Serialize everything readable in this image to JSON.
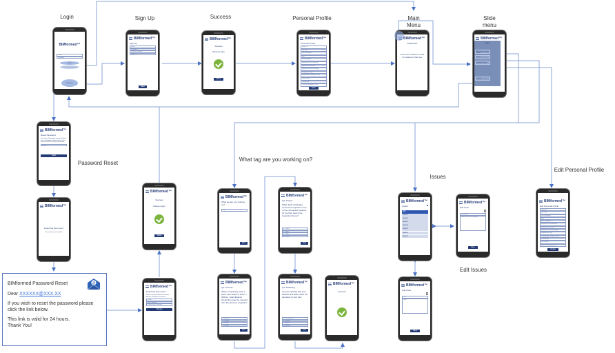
{
  "brand": "BIMformed™",
  "labels": {
    "login": "Login",
    "signup": "Sign Up",
    "success": "Success",
    "personal_profile": "Personal Profile",
    "main_menu": "Main Menu",
    "slide_menu": "Slide menu",
    "password_reset": "Password Reset",
    "what_tag": "What tag are you working on?",
    "issues": "Issues",
    "edit_issues": "Edit Issues",
    "edit_personal_profile": "Edit Personal Profile"
  },
  "screens": {
    "login": {
      "email_placeholder": "e-mail",
      "password_placeholder": "Password",
      "login_button": "Log In",
      "forgot_button": "Forgot password",
      "signup_button": "Sign Up"
    },
    "signup": {
      "title": "Sign Up",
      "fields": [
        "e-mail",
        "Password",
        "Confirm Password",
        "Project ID"
      ],
      "save_button": "Save"
    },
    "success": {
      "line1": "Success",
      "line2": "Please Login",
      "button": "Reset"
    },
    "personal_profile": {
      "title": "Personal Profile",
      "fields": [
        "Project ID",
        "Job code",
        "Job Description",
        "Age",
        "First Language",
        "Experience in the industry",
        "Experience with tools",
        "Experience with technology",
        "Employment Type",
        "Competency - Insight (If Yes)",
        "Qualification",
        "Certification",
        "Personal wellbeing on site"
      ],
      "save_button": "Save"
    },
    "main_menu": {
      "title": "Dashboard",
      "body": "Common incidents on site for related to that user"
    },
    "slide_menu": {
      "title": "Menu",
      "items": [
        "What are you up to today?",
        "Issues",
        "Personal Profile",
        "Log Out"
      ]
    },
    "reset_password": {
      "title": "Reset Password",
      "body": "Don't sign in? Forgotten password? Enter your e-mail address below and we will e-mail you a link to reset your password.",
      "email_placeholder": "e-mail",
      "send_button": "Send"
    },
    "email_sent": {
      "line1": "Email has been sent!",
      "line2": "Please check your mail box"
    },
    "email_sent_change": {
      "title": "Email has been sent!",
      "body": "Please enter your details in the boxes below to change your password",
      "fields": [
        "e-mail",
        "New Password",
        "Confirm New Password"
      ],
      "change_button": "Change"
    },
    "success_reset": {
      "line1": "Success",
      "line2": "Please Login",
      "button": "Reset"
    },
    "tag": {
      "question": "What tag are you working on?",
      "input_placeholder": "Tag",
      "next_button": "Next"
    },
    "q2": {
      "header": "Q2. Project",
      "question": "What depth of blinding concrete is required on top of the compacted material, for the floor slab in the inspection house?",
      "options": [
        "a. 100mm",
        "b. 50mm",
        "c. 75mm",
        "d. 200mm"
      ],
      "next_button": "Next"
    },
    "q1": {
      "header": "Q1. General",
      "question": "When compacting using a poker with radius of action < 200mm, what distance should the poker be inserted from the previous inspection",
      "options": [
        "a. 300mm",
        "b. 400mm",
        "c. 350mm",
        "d. 500mm"
      ],
      "next_button": "Next"
    },
    "q3": {
      "header": "Q3. Wellbeing",
      "question": "Are you satisfied that your abilities and skills match the demands of your job>",
      "options": [
        "a. Very Satisfied",
        "b. Satisfied",
        "c. Neutral",
        "d. Satisfied"
      ],
      "next_button": "Next"
    },
    "q_success": {
      "line1": "Success"
    },
    "issues": {
      "title": "Issues",
      "add_icon": "plus-icon",
      "items": [
        "Edit",
        "Issue 1",
        "Issue 2",
        "Issue 3",
        "Issue 4",
        "Issue 5",
        "Issue 6",
        "Issue 7"
      ]
    },
    "edit_issue": {
      "title": "Edit Issue",
      "tag_field": "Tag number",
      "text_field": "Issue Text: Lots that happe",
      "save_button": "Save"
    },
    "add_issue": {
      "title": "Add Issue",
      "tag_field": "Tag",
      "text_field": "Issue",
      "save_button": "Save"
    },
    "edit_profile": {
      "title": "Edit Personal Profile",
      "fields": [
        "Project ID",
        "Job code",
        "Job Description",
        "Age",
        "First Language",
        "Experience in the industry",
        "Experience with tools",
        "Experience with technology",
        "Employment Type",
        "Competency - Insight (If Yes)",
        "Qualification",
        "Certification",
        "Personal wellbeing on site"
      ],
      "update_button": "Update"
    }
  },
  "email": {
    "subject": "BIMformed Password Reset",
    "greeting": "Dear",
    "address": "XXXXXX@XXX.XX",
    "body1": "If you wish to reset the password please click the link below.",
    "body2": "This link is valid for 24 hours.",
    "body3": "Thank You!"
  },
  "colors": {
    "connector": "#4a72c4",
    "brand_text": "#2a3f7a",
    "button": "#233a75",
    "success_green": "#7cb53d"
  }
}
